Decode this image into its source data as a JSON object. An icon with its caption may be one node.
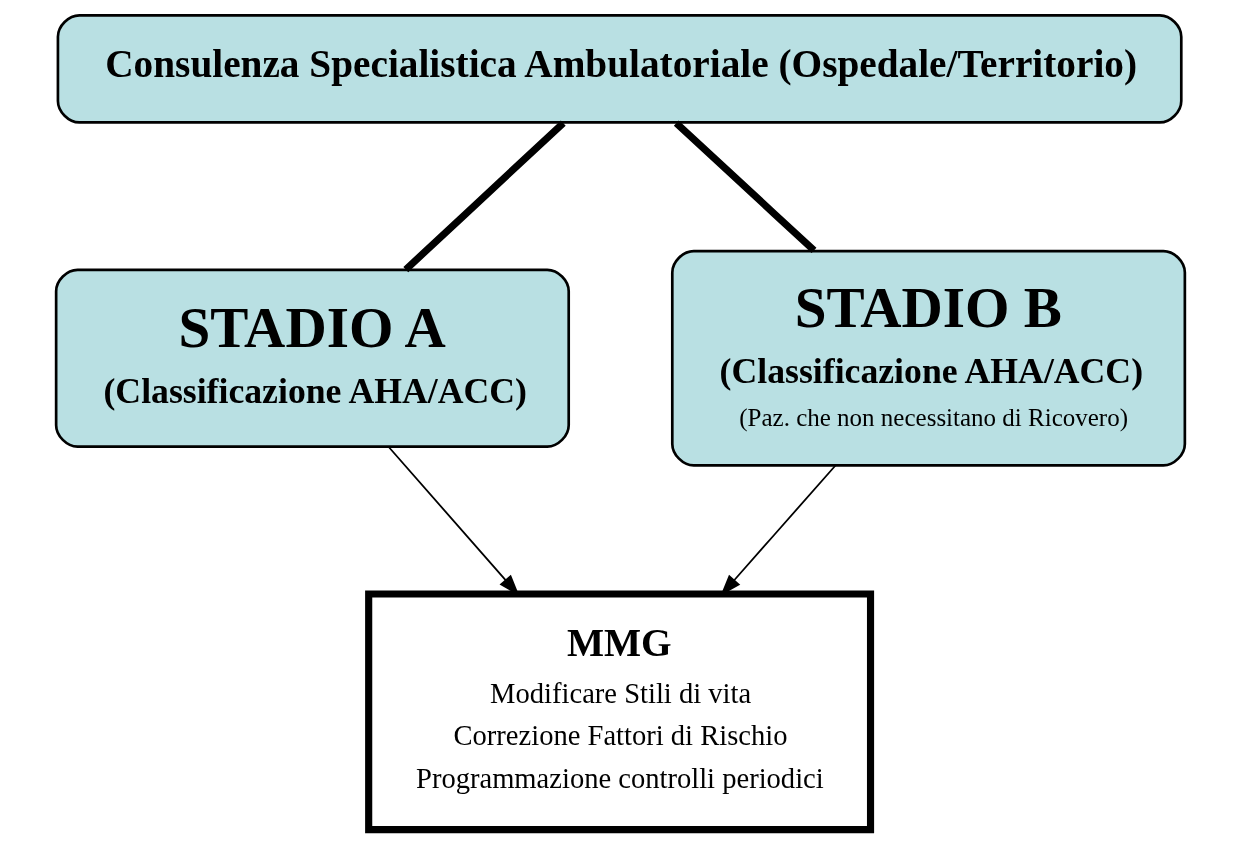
{
  "diagram": {
    "nodes": [
      {
        "text": [
          "Consulenza Specialistica Ambulatoriale (Ospedale/Territorio)"
        ]
      },
      {
        "text": [
          "STADIO A",
          "(Classificazione AHA/ACC)"
        ]
      },
      {
        "text": [
          "STADIO B",
          "(Classificazione AHA/ACC)",
          "(Paz. che non necessitano di Ricovero)"
        ]
      },
      {
        "text": [
          "MMG",
          "Modificare Stili di vita",
          "Correzione Fattori di Rischio",
          "Programmazione controlli periodici"
        ]
      }
    ],
    "edges": [
      {
        "from": 0,
        "to": 1,
        "arrow": "none",
        "style": "thick"
      },
      {
        "from": 0,
        "to": 2,
        "arrow": "none",
        "style": "thick"
      },
      {
        "from": 1,
        "to": 3,
        "arrow": "to"
      },
      {
        "from": 2,
        "to": 3,
        "arrow": "to"
      }
    ]
  }
}
